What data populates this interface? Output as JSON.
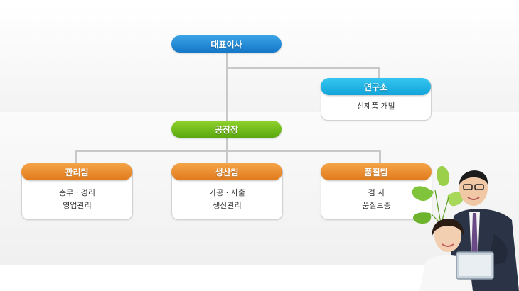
{
  "ceo": {
    "label": "대표이사"
  },
  "lab": {
    "label": "연구소",
    "lines": [
      "신제품 개발"
    ]
  },
  "factory": {
    "label": "공장장"
  },
  "teams": [
    {
      "label": "관리팀",
      "lines": [
        "총무 · 경리",
        "영업관리"
      ]
    },
    {
      "label": "생산팀",
      "lines": [
        "가공 · 사출",
        "생산관리"
      ]
    },
    {
      "label": "품질팀",
      "lines": [
        "검 사",
        "품질보증"
      ]
    }
  ],
  "colors": {
    "ceo": "#1577c7",
    "lab": "#12a4da",
    "factory": "#5aa80f",
    "team": "#e07a1c",
    "connector": "#c8c8c8"
  },
  "illustration": {
    "icon": "business-people-with-leaves"
  }
}
